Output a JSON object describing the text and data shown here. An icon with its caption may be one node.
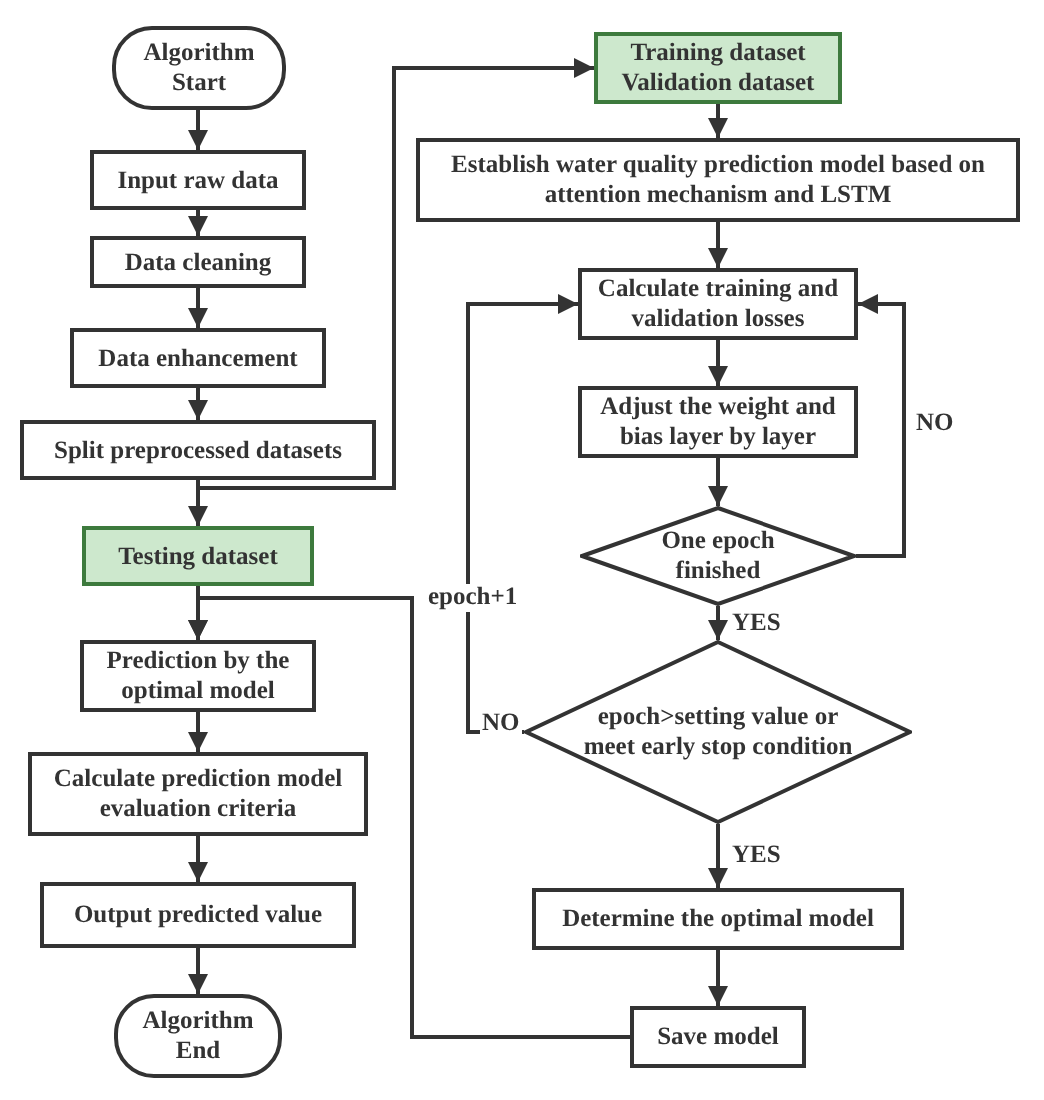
{
  "diagram": {
    "nodes": [
      {
        "text": [
          "Algorithm Start"
        ]
      },
      {
        "text": [
          "Input raw data"
        ]
      },
      {
        "text": [
          "Data cleaning"
        ]
      },
      {
        "text": [
          "Data enhancement"
        ]
      },
      {
        "text": [
          "Split preprocessed datasets"
        ]
      },
      {
        "text": [
          "Testing dataset"
        ]
      },
      {
        "text": [
          "Prediction by the optimal model"
        ]
      },
      {
        "text": [
          "Calculate prediction model evaluation criteria"
        ]
      },
      {
        "text": [
          "Output predicted value"
        ]
      },
      {
        "text": [
          "Algorithm End"
        ]
      },
      {
        "text": [
          "Training dataset Validation dataset"
        ]
      },
      {
        "text": [
          "Establish water quality prediction model based on attention mechanism and LSTM"
        ]
      },
      {
        "text": [
          "Calculate training and validation losses"
        ]
      },
      {
        "text": [
          "Adjust the weight and bias layer by layer"
        ]
      },
      {
        "text": [
          "One epoch finished"
        ]
      },
      {
        "text": [
          "epoch>setting value or meet early stop condition"
        ]
      },
      {
        "text": [
          "Determine the optimal model"
        ]
      },
      {
        "text": [
          "Save model"
        ]
      }
    ],
    "edges": [
      {
        "from": 0,
        "to": 1,
        "arrow": "to"
      },
      {
        "from": 1,
        "to": 2,
        "arrow": "to"
      },
      {
        "from": 2,
        "to": 3,
        "arrow": "to"
      },
      {
        "from": 3,
        "to": 4,
        "arrow": "to"
      },
      {
        "from": 4,
        "to": 5,
        "arrow": "to"
      },
      {
        "from": 4,
        "to": 10,
        "arrow": "to"
      },
      {
        "from": 5,
        "to": 6,
        "arrow": "to"
      },
      {
        "from": 6,
        "to": 7,
        "arrow": "to"
      },
      {
        "from": 7,
        "to": 8,
        "arrow": "to"
      },
      {
        "from": 8,
        "to": 9,
        "arrow": "to"
      },
      {
        "from": 10,
        "to": 11,
        "arrow": "to"
      },
      {
        "from": 11,
        "to": 12,
        "arrow": "to"
      },
      {
        "from": 12,
        "to": 13,
        "arrow": "to"
      },
      {
        "from": 13,
        "to": 14,
        "arrow": "to"
      },
      {
        "from": 14,
        "to": 12,
        "label": "NO",
        "arrow": "to"
      },
      {
        "from": 14,
        "to": 15,
        "label": "YES",
        "arrow": "to"
      },
      {
        "from": 15,
        "to": 12,
        "label": "NO",
        "arrow": "to"
      },
      {
        "from": 15,
        "to": 16,
        "label": "YES",
        "arrow": "to"
      },
      {
        "from": 16,
        "to": 17,
        "arrow": "to"
      },
      {
        "from": 17,
        "to": 6,
        "arrow": "to"
      }
    ],
    "labels": [
      "epoch+1"
    ]
  }
}
